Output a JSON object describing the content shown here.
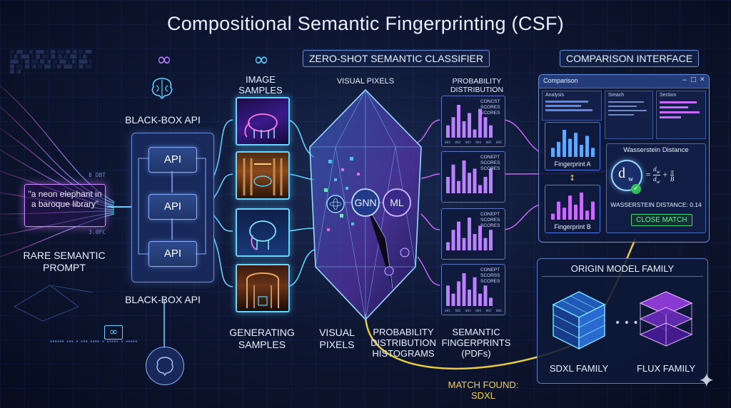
{
  "title": "Compositional Semantic Fingerprinting (CSF)",
  "headers": {
    "classifier": "ZERO-SHOT SEMANTIC CLASSIFIER",
    "comparison": "COMPARISON INTERFACE"
  },
  "prompt": {
    "text": "\"a neon elephant in a baroque library\"",
    "label": "RARE SEMANTIC PROMPT",
    "side_tags": [
      "8 DBT",
      "3.0FC"
    ]
  },
  "api": {
    "label_top": "BLACK-BOX API",
    "label_bottom": "BLACK-BOX API",
    "boxes": [
      "API",
      "API",
      "API"
    ]
  },
  "samples": {
    "label_top": "IMAGE SAMPLES",
    "label_bottom": "GENERATING SAMPLES"
  },
  "crystal": {
    "label_top": "VISUAL PIXELS",
    "label_bottom": "VISUAL PIXELS",
    "nodes": [
      "GNN",
      "ML"
    ]
  },
  "histograms": {
    "label_top": "PROBABILITY DISTRIBUTION HISTOGRAMS",
    "label_bottom": "PROBABILITY DISTRIBUTION HISTOGRAMS",
    "fingerprints_label": "SEMANTIC FINGERPRINTS (PDFs)",
    "card_tags": [
      "CONCST SCORES SCORES",
      "CONEPT SCORES SCORES",
      "CONEPT SCORES SCORES",
      "CONEPT SCORSS SCORES"
    ],
    "axis_ticks": [
      "001",
      "002",
      "003",
      "004",
      "005",
      "006"
    ],
    "cards": [
      [
        3,
        5,
        8,
        4,
        6,
        2,
        7,
        5,
        3
      ],
      [
        4,
        7,
        3,
        8,
        5,
        6,
        2,
        4,
        6
      ],
      [
        2,
        5,
        7,
        3,
        8,
        4,
        6,
        3,
        5
      ],
      [
        5,
        3,
        6,
        8,
        4,
        7,
        3,
        5,
        2
      ]
    ]
  },
  "comparison": {
    "window_title": "Comparison",
    "tabs": [
      "Analysis",
      "Sreach",
      "Section"
    ],
    "fingerprint_a": {
      "label": "Fingerprint A",
      "bars": [
        3,
        5,
        9,
        6,
        8,
        4,
        7,
        3
      ]
    },
    "fingerprint_b": {
      "label": "Fingerprint B",
      "bars": [
        2,
        6,
        4,
        8,
        5,
        9,
        3,
        6
      ]
    },
    "wasserstein": {
      "heading": "Wasserstein Distance",
      "symbol": "d",
      "symbol_sub": "w",
      "result": "WASSERSTEIN DISTANCE: 0.14",
      "button": "CLOSE MATCH"
    }
  },
  "origin": {
    "heading": "ORIGIN MODEL FAMILY",
    "families": [
      "SDXL FAMILY",
      "FLUX FAMILY"
    ],
    "match": "MATCH FOUND: SDXL"
  },
  "colors": {
    "accent_cyan": "#5fd3ff",
    "accent_purple": "#b980ff",
    "match_gold": "#f3d24a",
    "ok_green": "#48d27a"
  }
}
